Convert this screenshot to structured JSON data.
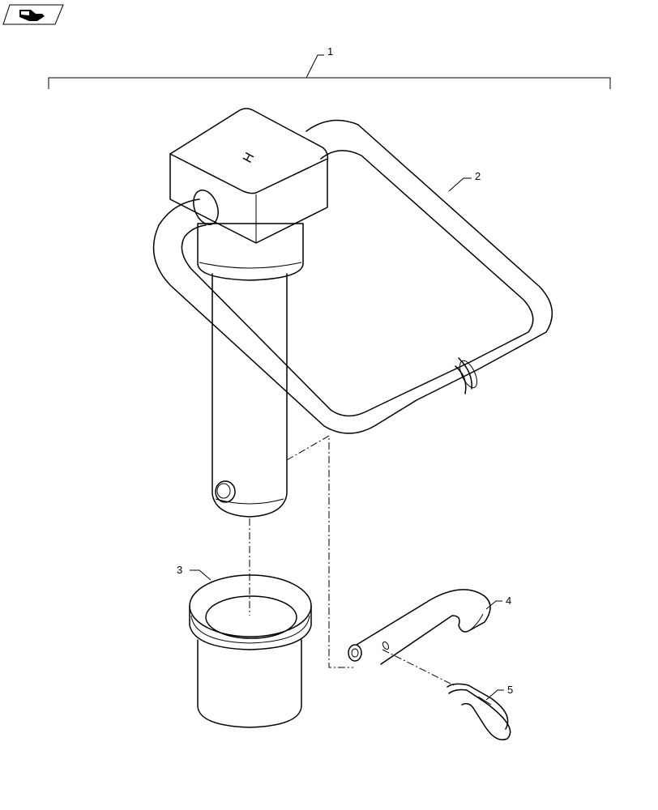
{
  "callouts": {
    "c1": "1",
    "c2": "2",
    "c3": "3",
    "c4": "4",
    "c5": "5"
  },
  "pin_head_mark": "H",
  "icons": {
    "header": "book-icon"
  }
}
